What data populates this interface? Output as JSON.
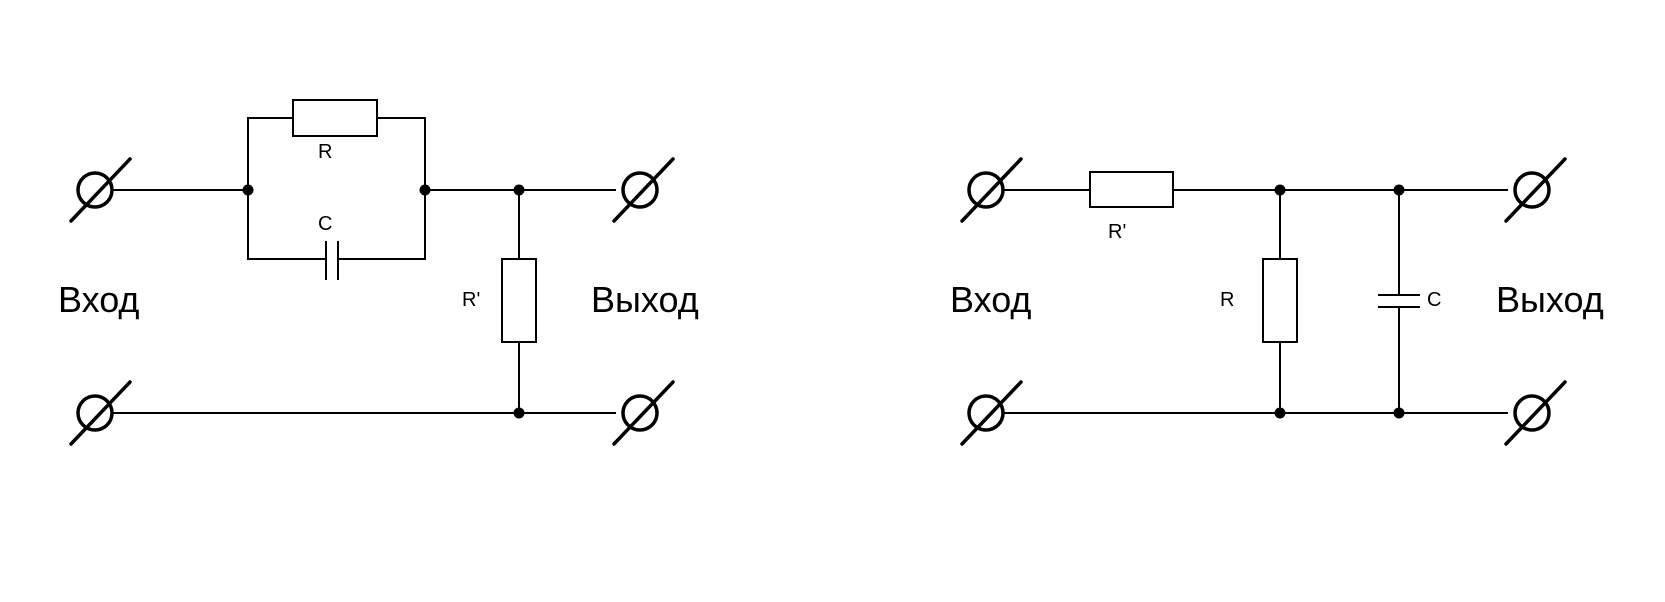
{
  "left_circuit": {
    "input_label": "Вход",
    "output_label": "Выход",
    "r_label": "R",
    "c_label": "C",
    "r_prime_label": "R'"
  },
  "right_circuit": {
    "input_label": "Вход",
    "output_label": "Выход",
    "r_prime_label": "R'",
    "r_label": "R",
    "c_label": "C"
  },
  "colors": {
    "stroke": "#000000",
    "background": "#ffffff"
  }
}
